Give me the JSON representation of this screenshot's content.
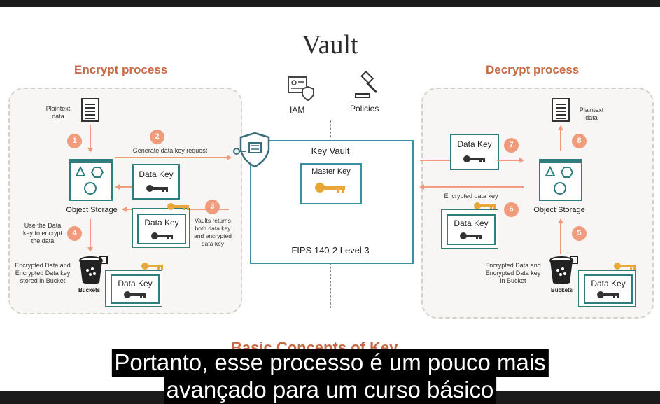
{
  "title": "Vault",
  "encrypt": {
    "heading": "Encrypt process",
    "plaintext": "Plaintext\ndata",
    "object_storage": "Object Storage",
    "data_key": "Data Key",
    "step2_label": "Generate data key request",
    "step3_label": "Vaults returns\nboth data key\nand encrypted\ndata key",
    "step4_label": "Use the Data\nkey to encrypt\nthe data",
    "bucket_label": "Encrypted Data and\nEncrypted Data key\nstored in Bucket",
    "buckets": "Buckets",
    "badges": [
      "1",
      "2",
      "3",
      "4"
    ]
  },
  "decrypt": {
    "heading": "Decrypt process",
    "plaintext": "Plaintext\ndata",
    "object_storage": "Object Storage",
    "data_key": "Data Key",
    "encrypted_key_label": "Encrypted data key",
    "bucket_label": "Encrypted Data and\nEncrypted Data key\nin Bucket",
    "buckets": "Buckets",
    "badges": [
      "5",
      "6",
      "7",
      "8"
    ]
  },
  "center": {
    "iam": "IAM",
    "policies": "Policies",
    "key_vault": "Key Vault",
    "master_key": "Master Key",
    "fips": "FIPS 140-2 Level 3"
  },
  "partial_heading": "Basic Concepts of Key",
  "subtitle": {
    "line1": "Portanto, esse processo é um pouco mais",
    "line2": "avançado para um curso básico"
  },
  "colors": {
    "accent": "#c76a43",
    "badge": "#ef9b7c",
    "teal": "#2f7d7d",
    "key": "#e8a838"
  }
}
